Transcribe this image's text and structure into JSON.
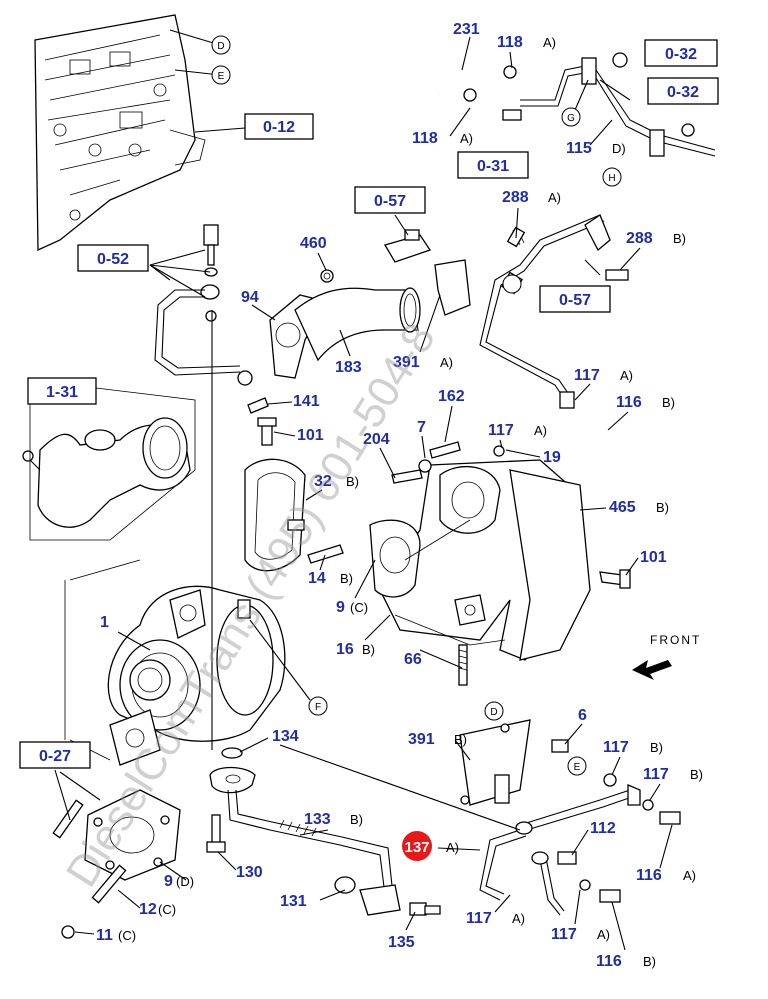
{
  "watermark": "DieselComTrans (495) 601-504-8",
  "front_label": "FRONT",
  "ref_boxes": [
    "0-12",
    "0-32",
    "0-32",
    "0-31",
    "0-57",
    "0-57",
    "0-52",
    "1-31",
    "0-27"
  ],
  "circle_markers": [
    "D",
    "E",
    "G",
    "H",
    "F",
    "D",
    "E"
  ],
  "highlight_label": "137",
  "callouts": [
    {
      "n": "231",
      "s": ""
    },
    {
      "n": "118",
      "s": "A)"
    },
    {
      "n": "118",
      "s": "A)"
    },
    {
      "n": "115",
      "s": "D)"
    },
    {
      "n": "288",
      "s": "A)"
    },
    {
      "n": "288",
      "s": "B)"
    },
    {
      "n": "460",
      "s": ""
    },
    {
      "n": "94",
      "s": ""
    },
    {
      "n": "183",
      "s": ""
    },
    {
      "n": "391",
      "s": "A)"
    },
    {
      "n": "117",
      "s": "A)"
    },
    {
      "n": "116",
      "s": "B)"
    },
    {
      "n": "141",
      "s": ""
    },
    {
      "n": "162",
      "s": ""
    },
    {
      "n": "117",
      "s": "A)"
    },
    {
      "n": "101",
      "s": ""
    },
    {
      "n": "204",
      "s": ""
    },
    {
      "n": "7",
      "s": ""
    },
    {
      "n": "19",
      "s": ""
    },
    {
      "n": "32",
      "s": "B)"
    },
    {
      "n": "465",
      "s": "B)"
    },
    {
      "n": "101",
      "s": ""
    },
    {
      "n": "14",
      "s": "B)"
    },
    {
      "n": "9",
      "s": "(C)"
    },
    {
      "n": "16",
      "s": "B)"
    },
    {
      "n": "66",
      "s": ""
    },
    {
      "n": "1",
      "s": ""
    },
    {
      "n": "6",
      "s": ""
    },
    {
      "n": "391",
      "s": "B)"
    },
    {
      "n": "117",
      "s": "B)"
    },
    {
      "n": "117",
      "s": "B)"
    },
    {
      "n": "134",
      "s": ""
    },
    {
      "n": "133",
      "s": "B)"
    },
    {
      "n": "112",
      "s": ""
    },
    {
      "n": "A)",
      "s": ""
    },
    {
      "n": "116",
      "s": "A)"
    },
    {
      "n": "9",
      "s": "(D)"
    },
    {
      "n": "130",
      "s": ""
    },
    {
      "n": "131",
      "s": ""
    },
    {
      "n": "12",
      "s": "(C)"
    },
    {
      "n": "117",
      "s": "A)"
    },
    {
      "n": "117",
      "s": "A)"
    },
    {
      "n": "135",
      "s": ""
    },
    {
      "n": "11",
      "s": "(C)"
    },
    {
      "n": "116",
      "s": "B)"
    }
  ]
}
